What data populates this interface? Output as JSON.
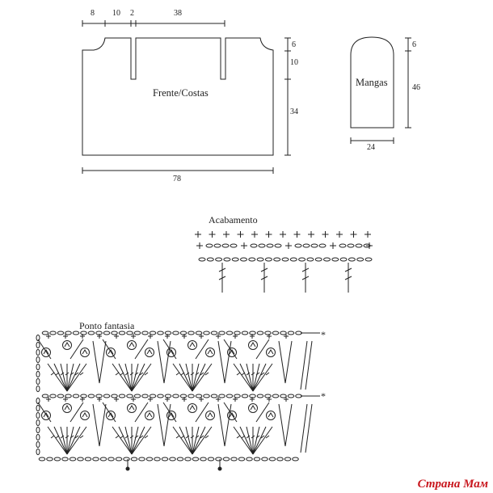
{
  "schematic": {
    "front_back_label": "Frente/Costas",
    "sleeves_label": "Mangas",
    "top_dims": [
      "8",
      "10",
      "2",
      "38"
    ],
    "front_side_dims": [
      "6",
      "10",
      "34"
    ],
    "front_bottom_dim": "78",
    "sleeve_side_dims": [
      "6",
      "46"
    ],
    "sleeve_bottom_dim": "24"
  },
  "charts": {
    "edging_title": "Acabamento",
    "stitch_title": "Ponto fantasia",
    "row_marker": "*"
  },
  "watermark": {
    "text": "Страна Мам",
    "color": "#c8161d"
  },
  "colors": {
    "line": "#222222",
    "background": "#ffffff"
  }
}
